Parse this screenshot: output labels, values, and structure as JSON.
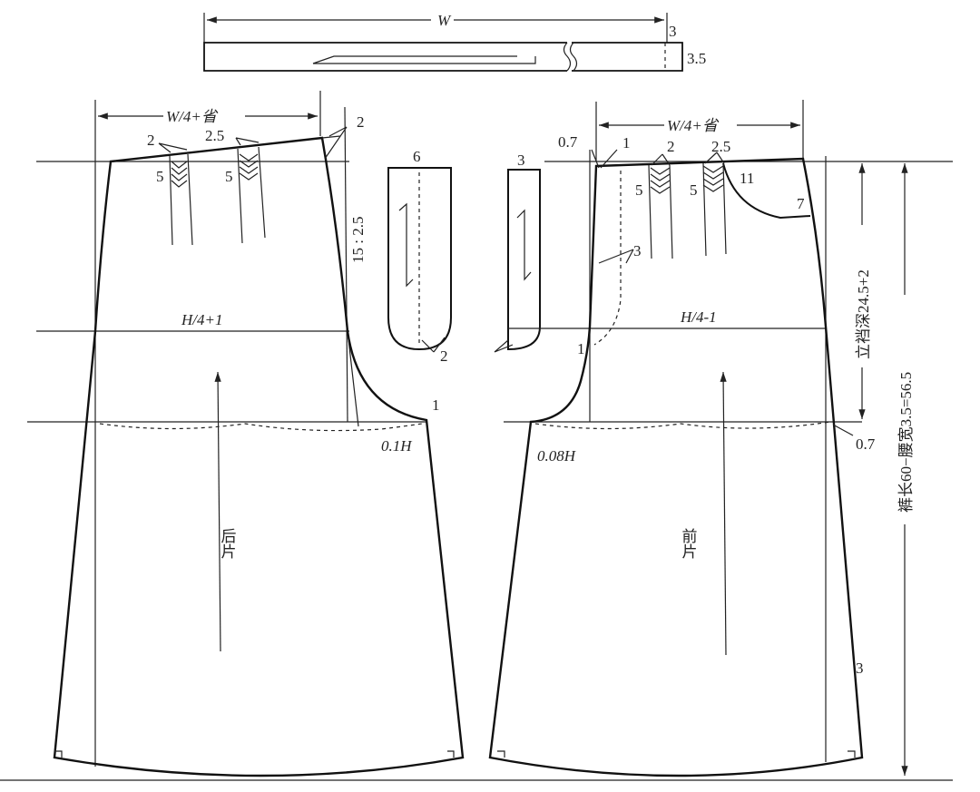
{
  "waistband": {
    "width_label": "W",
    "height_label": "3",
    "band_label": "3.5"
  },
  "back": {
    "waist_label": "W/4+省",
    "dart1_depth": "2",
    "dart1_len": "5",
    "dart2_depth": "2.5",
    "dart2_len": "5",
    "side_label": "2",
    "slope_label": "15 : 2.5",
    "hip_label": "H/4+1",
    "crotch_ext_label": "1",
    "crotch_label": "0.1H",
    "name": "后片"
  },
  "facing_back": {
    "width_label": "6",
    "bottom_label": "2"
  },
  "facing_front": {
    "width_label": "3"
  },
  "front": {
    "waist_label": "W/4+省",
    "offset_label": "0.7",
    "fly_top_label": "1",
    "dart1_depth": "2",
    "dart1_len": "5",
    "dart2_depth": "2.5",
    "dart2_len": "5",
    "pocket_width_label": "11",
    "pocket_depth_label": "7",
    "fly_label": "3",
    "fly_bottom_label": "1",
    "hip_label": "H/4-1",
    "crotch_label": "0.08H",
    "hem_label": "3",
    "crotch_side_label": "0.7",
    "name": "前片"
  },
  "dimensions": {
    "rise": "立裆深24.5+2",
    "length": "裤长60−腰宽3.5=56.5"
  }
}
